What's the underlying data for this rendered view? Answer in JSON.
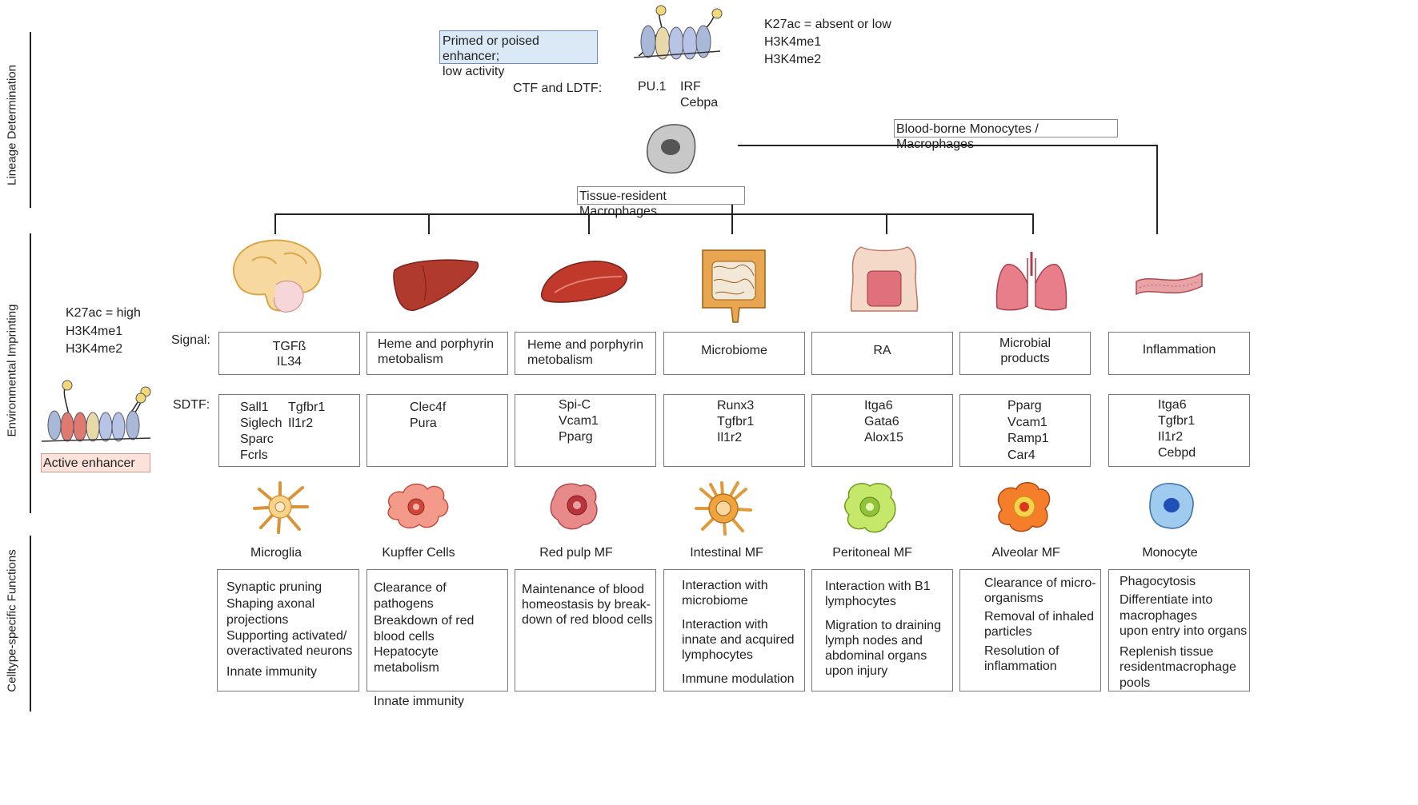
{
  "sections": {
    "lineage": "Lineage Determination",
    "environment": "Environmental Imprinting",
    "functions": "Celltype-specific Functions"
  },
  "top": {
    "primed_line1": "Primed or poised enhancer;",
    "primed_line2": "low activity",
    "ctf_label": "CTF and LDTF:",
    "tf_pu1": "PU.1",
    "tf_irf": "IRF",
    "tf_cebpa": "Cebpa",
    "marks": [
      "K27ac = absent or low",
      "H3K4me1",
      "H3K4me2"
    ],
    "tissue_resident": "Tissue-resident Macrophages",
    "blood_borne": "Blood-borne Monocytes / Macrophages"
  },
  "left": {
    "marks": [
      "K27ac = high",
      "H3K4me1",
      "H3K4me2"
    ],
    "active_enhancer": "Active enhancer",
    "signal_label": "Signal:",
    "sdtf_label": "SDTF:"
  },
  "colors": {
    "primed_box": "#dbe9f7",
    "primed_border": "#6b8db8",
    "active_box": "#fbe3dc",
    "active_border": "#d49a8c"
  },
  "columns": [
    {
      "organ_icon": "brain-icon",
      "signal": [
        "TGFß",
        "IL34"
      ],
      "sdtf": [
        "Sall1",
        "Tgfbr1",
        "Siglech",
        "Il1r2",
        "Sparc",
        "Fcrls"
      ],
      "cell_icon": "microglia-icon",
      "cell": "Microglia",
      "functions": [
        "Synaptic pruning",
        "Shaping axonal",
        "projections",
        "Supporting activated/",
        "overactivated neurons",
        "Innate immunity"
      ]
    },
    {
      "organ_icon": "liver-icon",
      "signal": [
        "Heme and porphyrin",
        "metobalism"
      ],
      "sdtf": [
        "Clec4f",
        "Pura"
      ],
      "cell_icon": "kupffer-cell-icon",
      "cell": "Kupffer Cells",
      "functions": [
        "Clearance of pathogens",
        "Breakdown of red",
        "blood cells",
        "Hepatocyte metabolism",
        "Innate immunity"
      ]
    },
    {
      "organ_icon": "spleen-icon",
      "signal": [
        "Heme and porphyrin",
        "metobalism"
      ],
      "sdtf": [
        "Spi-C",
        "Vcam1",
        "Pparg"
      ],
      "cell_icon": "red-pulp-mf-icon",
      "cell": "Red pulp MF",
      "functions": [
        "Maintenance of blood",
        "homeostasis by break-",
        "down of red blood cells"
      ]
    },
    {
      "organ_icon": "intestine-icon",
      "signal": [
        "Microbiome"
      ],
      "sdtf": [
        "Runx3",
        "Tgfbr1",
        "Il1r2"
      ],
      "cell_icon": "intestinal-mf-icon",
      "cell": "Intestinal MF",
      "functions": [
        "Interaction with",
        "microbiome",
        "Interaction with",
        "innate and acquired",
        "lymphocytes",
        "Immune modulation"
      ]
    },
    {
      "organ_icon": "peritoneum-icon",
      "signal": [
        "RA"
      ],
      "sdtf": [
        "Itga6",
        "Gata6",
        "Alox15"
      ],
      "cell_icon": "peritoneal-mf-icon",
      "cell": "Peritoneal MF",
      "functions": [
        "Interaction with B1",
        "lymphocytes",
        "Migration to draining",
        "lymph nodes and",
        "abdominal organs",
        "upon injury"
      ]
    },
    {
      "organ_icon": "lung-icon",
      "signal": [
        "Microbial",
        "products"
      ],
      "sdtf": [
        "Pparg",
        "Vcam1",
        "Ramp1",
        "Car4"
      ],
      "cell_icon": "alveolar-mf-icon",
      "cell": "Alveolar MF",
      "functions": [
        "Clearance of micro-",
        "organisms",
        "Removal of inhaled",
        "particles",
        "Resolution of",
        "inflammation"
      ]
    },
    {
      "organ_icon": "blood-vessel-icon",
      "signal": [
        "Inflammation"
      ],
      "sdtf": [
        "Itga6",
        "Tgfbr1",
        "Il1r2",
        "Cebpd"
      ],
      "cell_icon": "monocyte-icon",
      "cell": "Monocyte",
      "functions": [
        "Phagocytosis",
        "Differentiate into",
        "macrophages",
        "upon entry into organs",
        "Replenish tissue",
        "residentmacrophage",
        "pools"
      ]
    }
  ]
}
